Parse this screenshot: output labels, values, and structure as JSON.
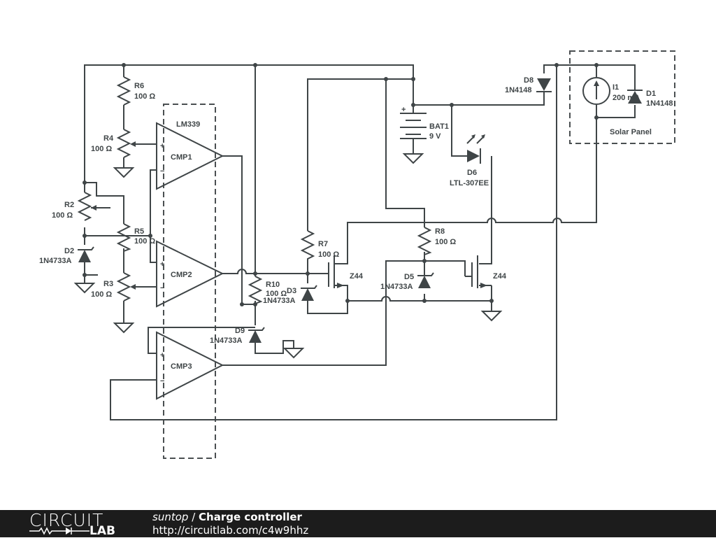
{
  "components": {
    "R6": {
      "name": "R6",
      "value": "100 Ω"
    },
    "R4": {
      "name": "R4",
      "value": "100 Ω"
    },
    "R2": {
      "name": "R2",
      "value": "100 Ω"
    },
    "R5": {
      "name": "R5",
      "value": "100 Ω"
    },
    "R3": {
      "name": "R3",
      "value": "100 Ω"
    },
    "R7": {
      "name": "R7",
      "value": "100 Ω"
    },
    "R8": {
      "name": "R8",
      "value": "100 Ω"
    },
    "R10": {
      "name": "R10",
      "value": "100 Ω"
    },
    "D1": {
      "name": "D1",
      "value": "1N4148"
    },
    "D2": {
      "name": "D2",
      "value": "1N4733A"
    },
    "D3": {
      "name": "D3",
      "value": "1N4733A"
    },
    "D5": {
      "name": "D5",
      "value": "1N4733A"
    },
    "D6": {
      "name": "D6",
      "value": "LTL-307EE"
    },
    "D8": {
      "name": "D8",
      "value": "1N4148"
    },
    "D9": {
      "name": "D9",
      "value": "1N4733A"
    },
    "BAT1": {
      "name": "BAT1",
      "value": "9 V"
    },
    "I1": {
      "name": "I1",
      "value": "200 mA"
    },
    "CMP1": {
      "name": "CMP1"
    },
    "CMP2": {
      "name": "CMP2"
    },
    "CMP3": {
      "name": "CMP3"
    },
    "Q1": {
      "value": "Z44"
    },
    "Q2": {
      "value": "Z44"
    },
    "plus_sign": "+",
    "minus_sign": "−"
  },
  "groups": {
    "lm339": "LM339",
    "solar": "Solar Panel"
  },
  "footer": {
    "logo_top": "CIRCUIT",
    "logo_bottom": "LAB",
    "author": "suntop",
    "separator": " / ",
    "title": "Charge controller",
    "url": "http://circuitlab.com/c4w9hhz"
  },
  "colors": {
    "wire": "#3f4547",
    "footer_bg": "#1c1c1c"
  }
}
